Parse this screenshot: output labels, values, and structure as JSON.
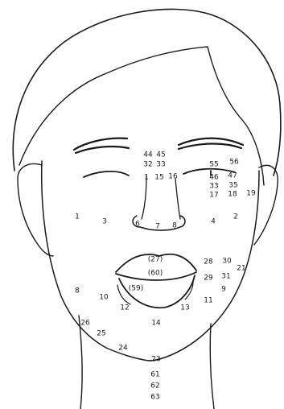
{
  "figure": {
    "subject": "face diagram with numbered points",
    "line_color": "#1a1a1a",
    "background": "#ffffff"
  },
  "labels": {
    "l44": "44",
    "l45": "45",
    "l32": "32",
    "l33": "33",
    "l55": "55",
    "l56": "56",
    "l46": "46",
    "l47": "47",
    "l1a": "1",
    "l15": "15",
    "l16": "16",
    "l33b": "33",
    "l35": "35",
    "l17": "17",
    "l18": "18",
    "l19": "19",
    "l1b": "1",
    "l3": "3",
    "l6": "6",
    "l7": "7",
    "l8a": "8",
    "l4": "4",
    "l2": "2",
    "l27": "(27)",
    "l60": "(60)",
    "l28": "28",
    "l30": "30",
    "l21": "21",
    "l29": "29",
    "l31": "31",
    "l9": "9",
    "l8b": "8",
    "l10": "10",
    "l59": "(59)",
    "l12": "12",
    "l13": "13",
    "l11": "11",
    "l14": "14",
    "l26": "26",
    "l25": "25",
    "l24": "24",
    "l23": "23",
    "l61": "61",
    "l62": "62",
    "l63": "63"
  }
}
